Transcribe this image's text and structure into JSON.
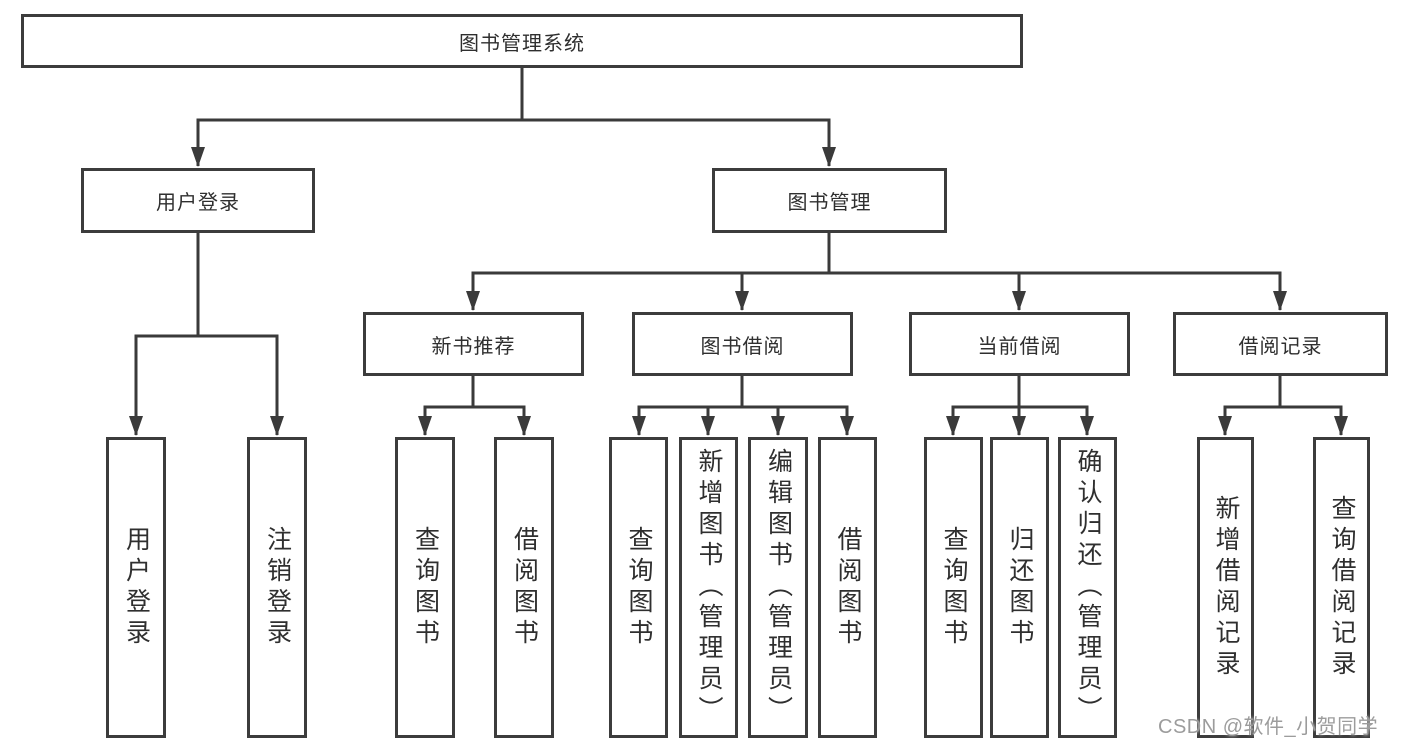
{
  "diagram": {
    "root": {
      "label": "图书管理系统"
    },
    "branches": [
      {
        "label": "用户登录",
        "children": [
          {
            "label": "用户登录"
          },
          {
            "label": "注销登录"
          }
        ]
      },
      {
        "label": "图书管理",
        "children": [
          {
            "label": "新书推荐",
            "children": [
              {
                "label": "查询图书"
              },
              {
                "label": "借阅图书"
              }
            ]
          },
          {
            "label": "图书借阅",
            "children": [
              {
                "label": "查询图书"
              },
              {
                "label": "新增图书（管理员）"
              },
              {
                "label": "编辑图书（管理员）"
              },
              {
                "label": "借阅图书"
              }
            ]
          },
          {
            "label": "当前借阅",
            "children": [
              {
                "label": "查询图书"
              },
              {
                "label": "归还图书"
              },
              {
                "label": "确认归还（管理员）"
              }
            ]
          },
          {
            "label": "借阅记录",
            "children": [
              {
                "label": "新增借阅记录"
              },
              {
                "label": "查询借阅记录"
              }
            ]
          }
        ]
      }
    ],
    "colors": {
      "line": "#3a3a3a",
      "box_border": "#3c3c3c",
      "text": "#2f2f2f",
      "background": "#ffffff"
    }
  },
  "watermark": {
    "text": "CSDN @软件_小贺同学",
    "color": "#9c9c9c"
  }
}
